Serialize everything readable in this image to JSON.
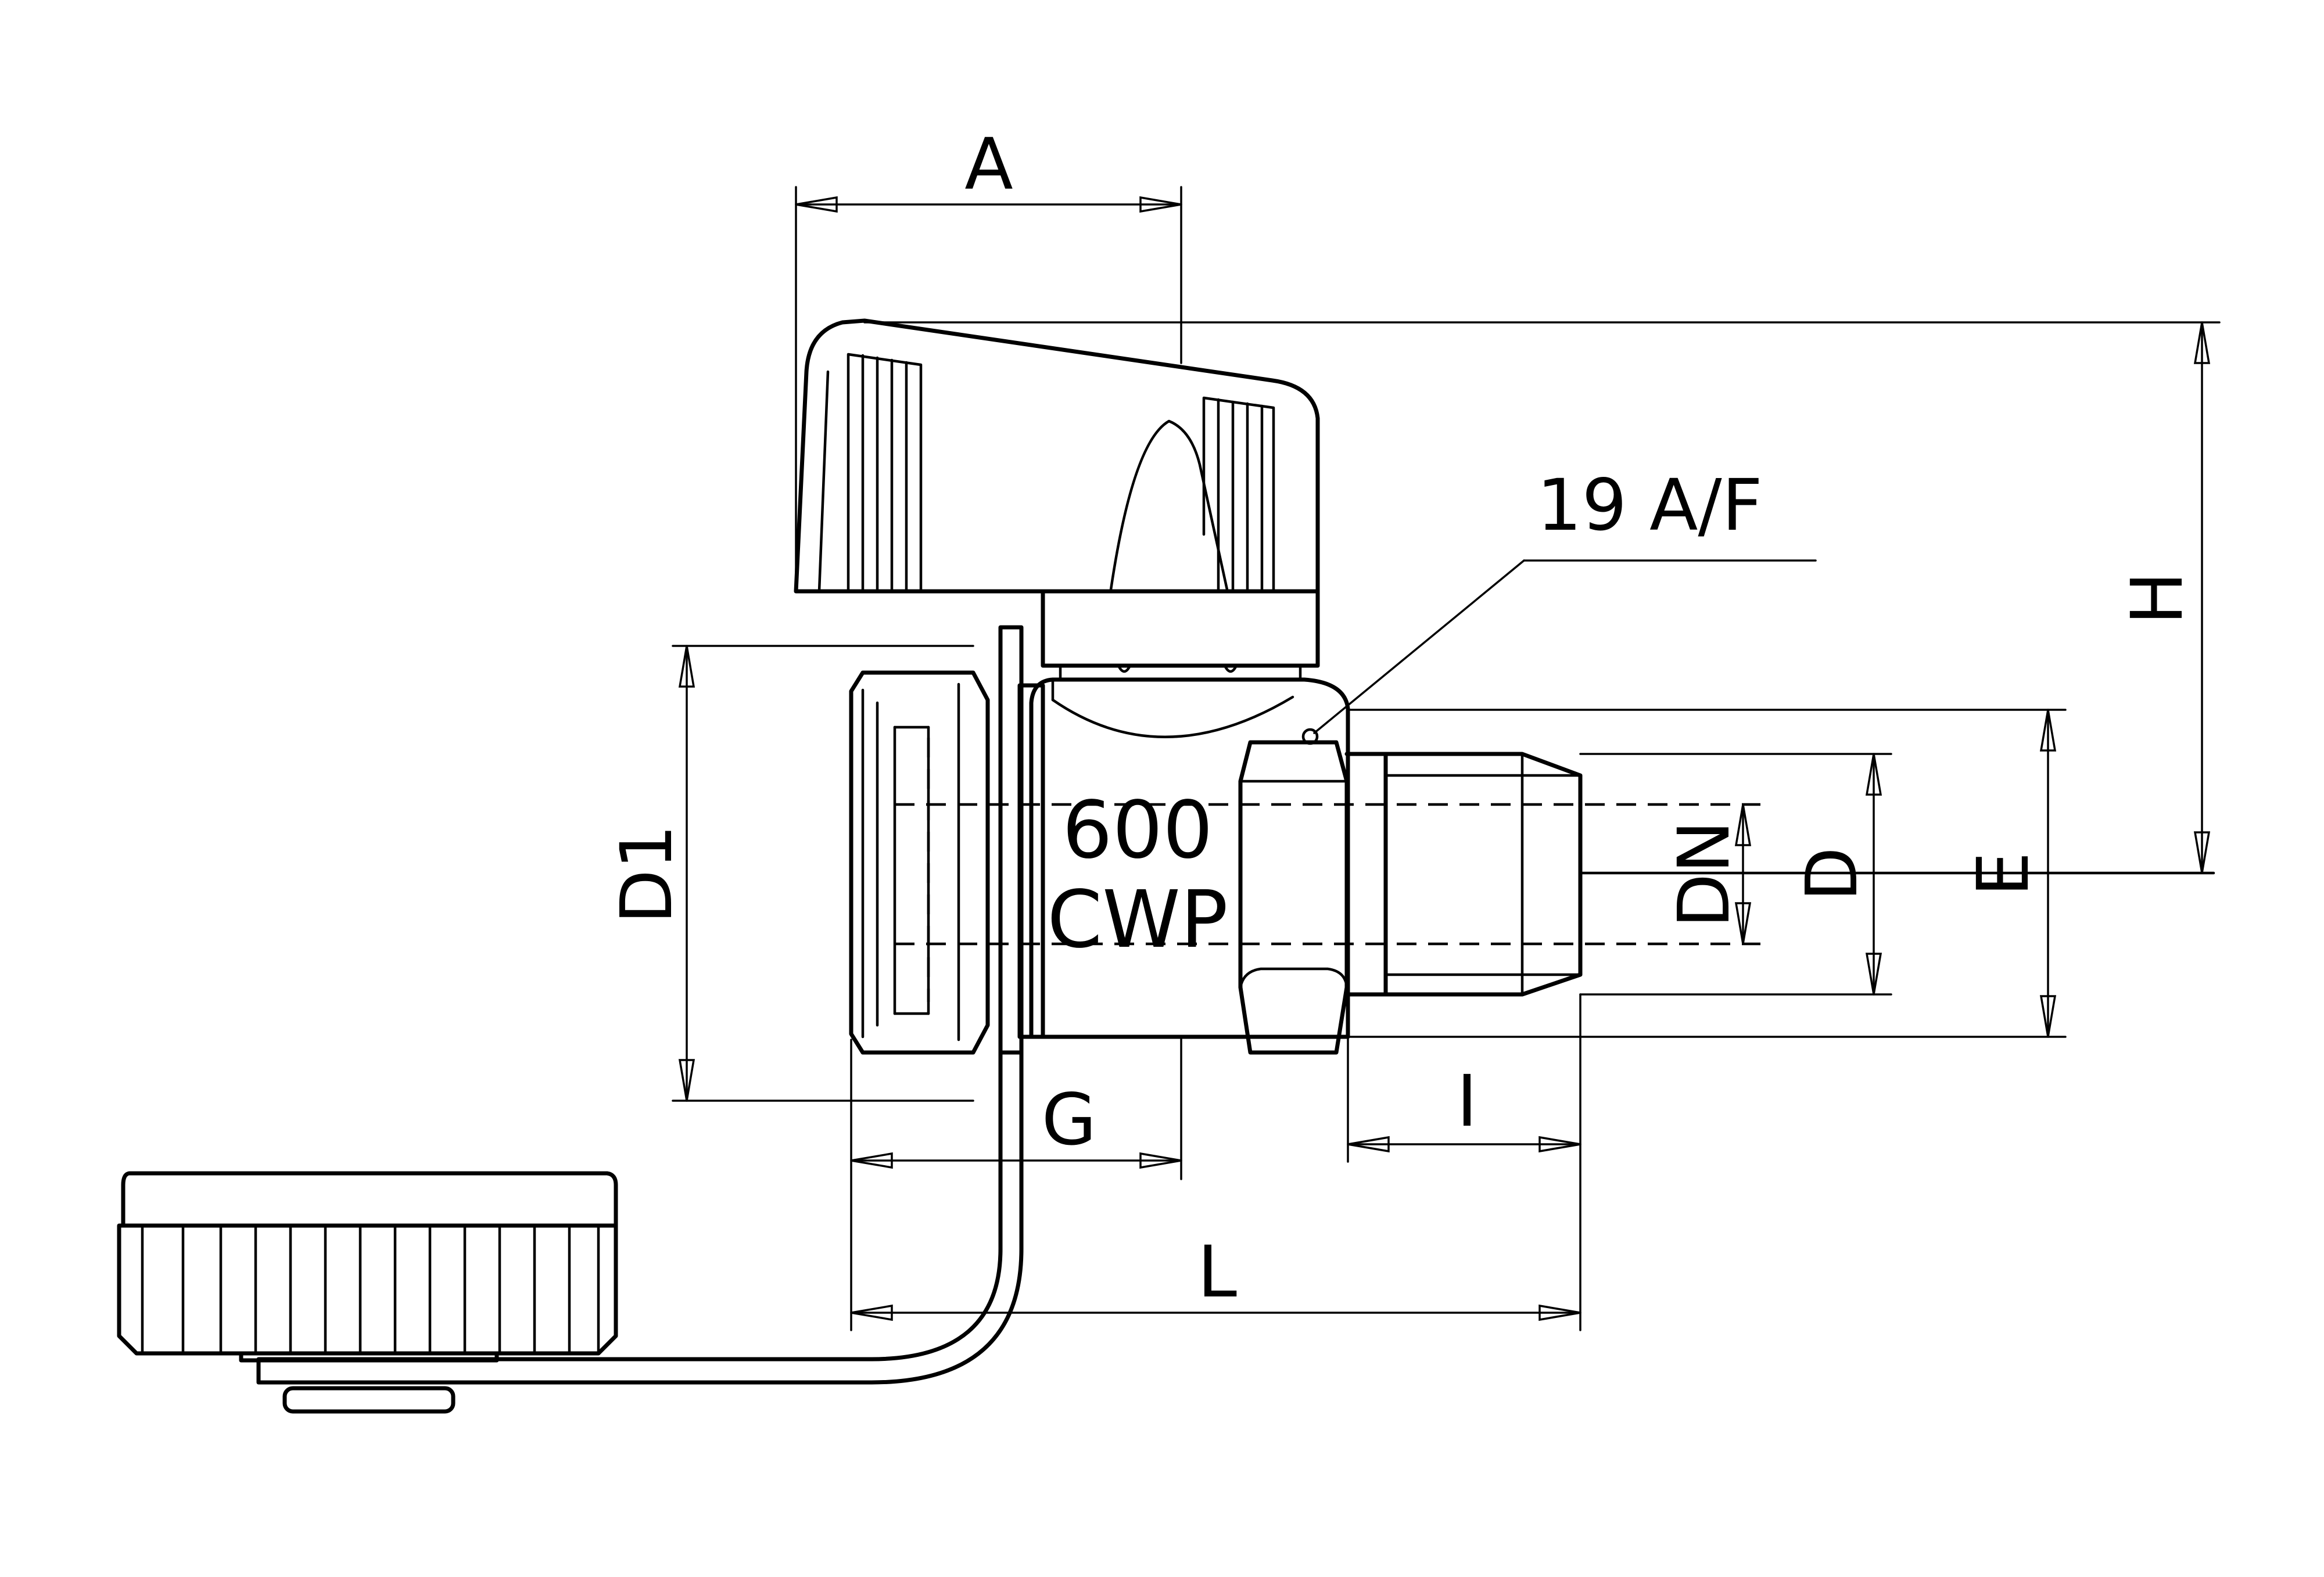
{
  "dimensions": {
    "A": "A",
    "H": "H",
    "D1": "D1",
    "DN": "DN",
    "D": "D",
    "E": "E",
    "G": "G",
    "I": "I",
    "L": "L"
  },
  "callout": {
    "hex_size": "19 A/F"
  },
  "body_marking": {
    "pressure": "600",
    "rating": "CWP"
  }
}
